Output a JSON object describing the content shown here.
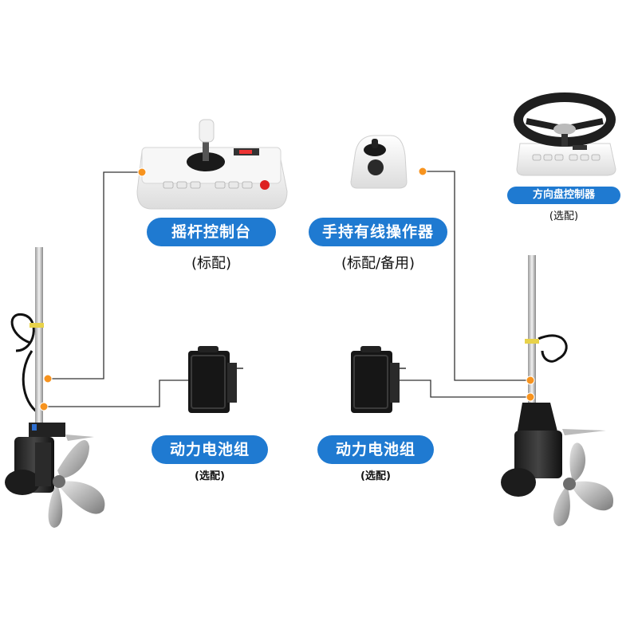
{
  "labels": {
    "joystick_console": "摇杆控制台",
    "joystick_console_note": "(标配)",
    "handheld_controller": "手持有线操作器",
    "handheld_controller_note": "(标配/备用)",
    "steering_wheel": "方向盘控制器",
    "steering_wheel_note": "(选配)",
    "battery_left": "动力电池组",
    "battery_left_note": "(选配)",
    "battery_right": "动力电池组",
    "battery_right_note": "(选配)"
  },
  "colors": {
    "accent": "#1f7ad1",
    "connector_dot": "#f7931e",
    "wire": "#333333"
  }
}
